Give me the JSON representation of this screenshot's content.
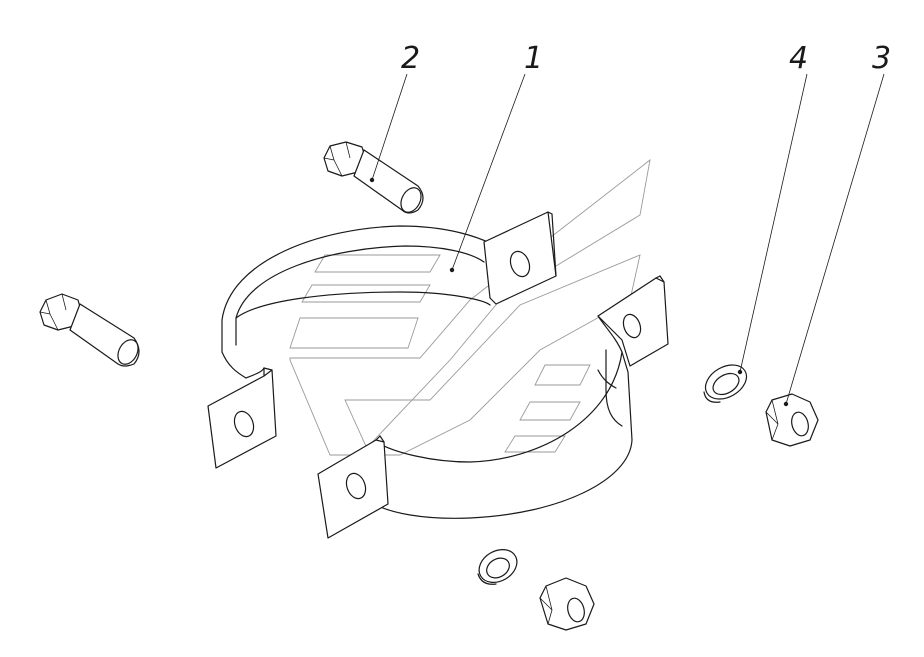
{
  "diagram": {
    "callouts": [
      {
        "id": "1",
        "label": "1"
      },
      {
        "id": "2",
        "label": "2"
      },
      {
        "id": "3",
        "label": "3"
      },
      {
        "id": "4",
        "label": "4"
      }
    ],
    "colors": {
      "line": "#1a1a1a",
      "watermark": "#9a9a9a",
      "background": "#ffffff"
    }
  }
}
